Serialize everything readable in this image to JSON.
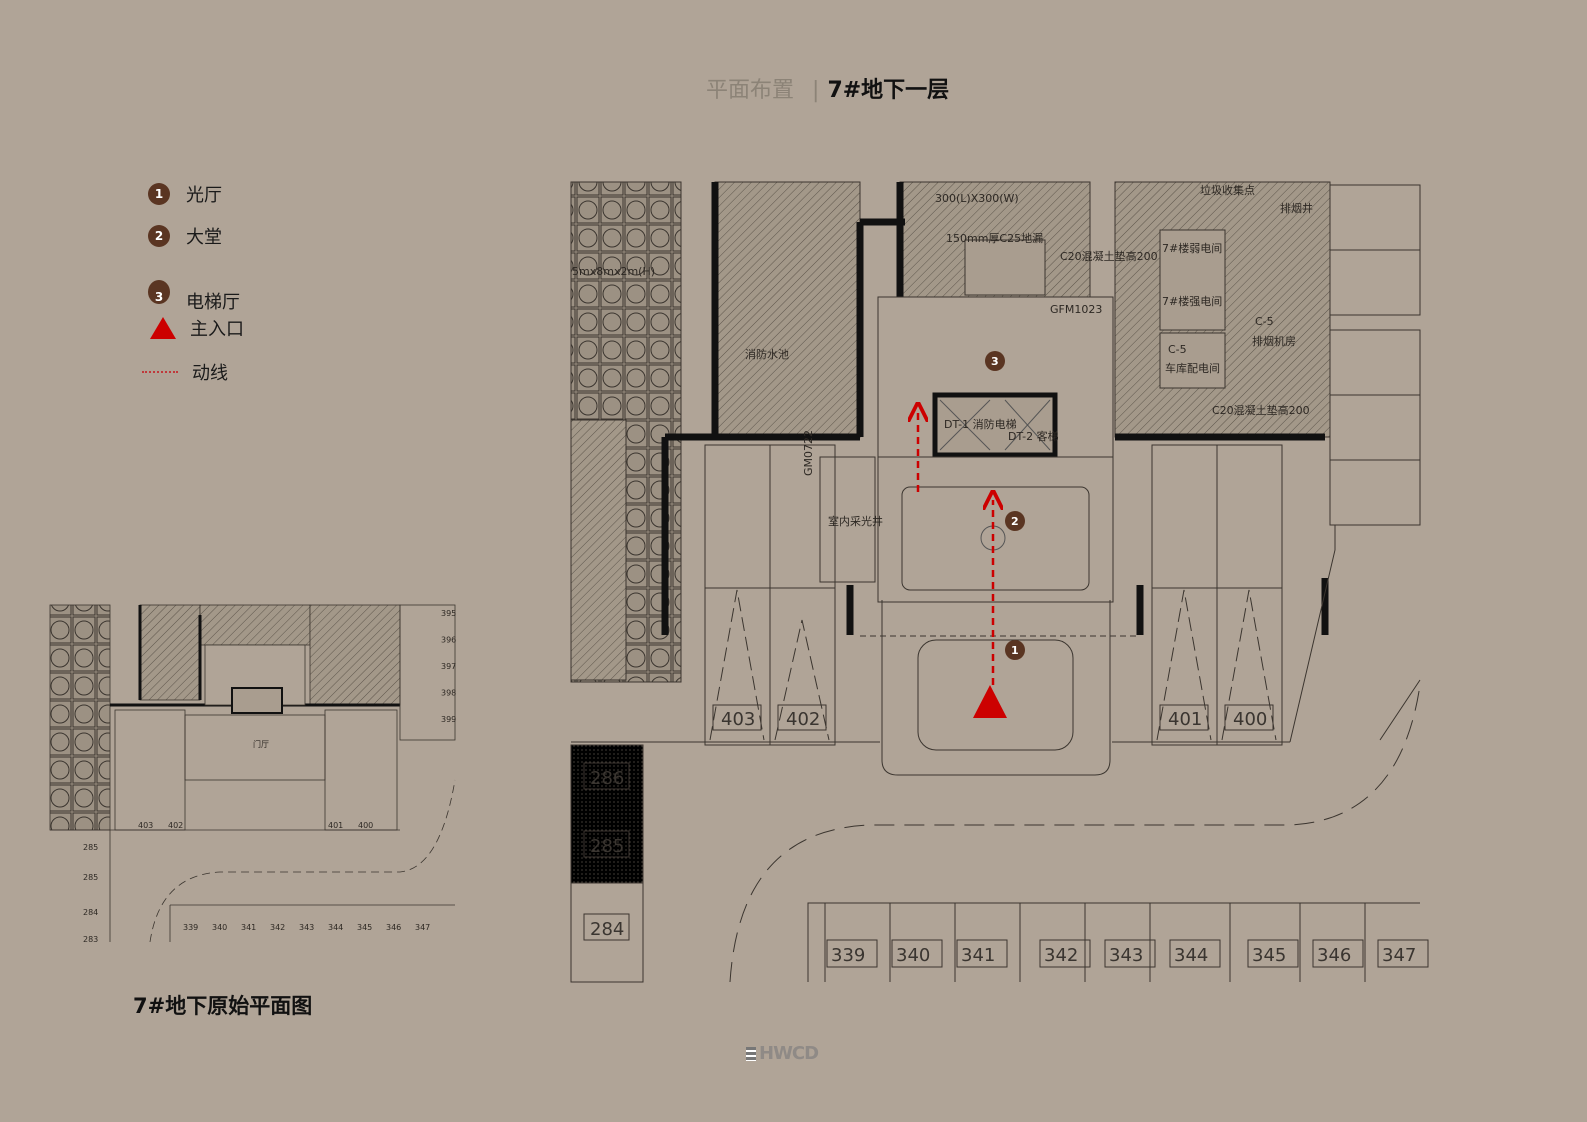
{
  "header": {
    "section": "平面布置",
    "separator": "|",
    "title": "7#地下一层"
  },
  "legend": [
    {
      "marker": "1",
      "label": "光厅"
    },
    {
      "marker": "2",
      "label": "大堂"
    },
    {
      "marker": "3",
      "label": "电梯厅"
    },
    {
      "icon": "red-triangle-icon",
      "label": "主入口"
    },
    {
      "icon": "red-dotted-line-icon",
      "label": "动线"
    }
  ],
  "plan": {
    "rooms": {
      "fire_pool": "消防水池",
      "light_well": "室内采光井",
      "weak_room": "7#楼弱电间",
      "strong_room": "7#楼强电间",
      "c5a": "C-5",
      "c5b": "C-5",
      "smoke_room": "排烟机房",
      "power_room": "车库配电间",
      "garbage": "垃圾收集点",
      "smoke_shaft": "排烟井",
      "dt1": "DT-1 消防电梯",
      "dt2": "DT-2 客梯",
      "c20a": "C20混凝土垫高200",
      "c20b": "C20混凝土垫高200",
      "slab": "150mm厚C25地漏",
      "size": "300(L)X300(W)",
      "tank": "5mx8mx2m(H)",
      "door1": "GFM1023",
      "door2": "GM0722"
    },
    "markers": [
      "1",
      "2",
      "3"
    ],
    "parking_upper": [
      "403",
      "402",
      "401",
      "400"
    ],
    "parking_left": [
      "286",
      "285",
      "284"
    ],
    "parking_bottom": [
      "339",
      "340",
      "341",
      "342",
      "343",
      "344",
      "345",
      "346",
      "347"
    ]
  },
  "original_plan": {
    "caption": "7#地下原始平面图",
    "parking_right": [
      "395",
      "396",
      "397",
      "398",
      "399"
    ],
    "parking_upper": [
      "403",
      "402",
      "401",
      "400"
    ],
    "parking_left": [
      "285",
      "285",
      "284",
      "283"
    ],
    "parking_bottom": [
      "339",
      "340",
      "341",
      "342",
      "343",
      "344",
      "345",
      "346",
      "347"
    ],
    "lobby": "门厅"
  },
  "footer": {
    "logo": "HWCD"
  },
  "colors": {
    "background": "#b0a497",
    "marker": "#5a3522",
    "accent": "#cc0000"
  }
}
